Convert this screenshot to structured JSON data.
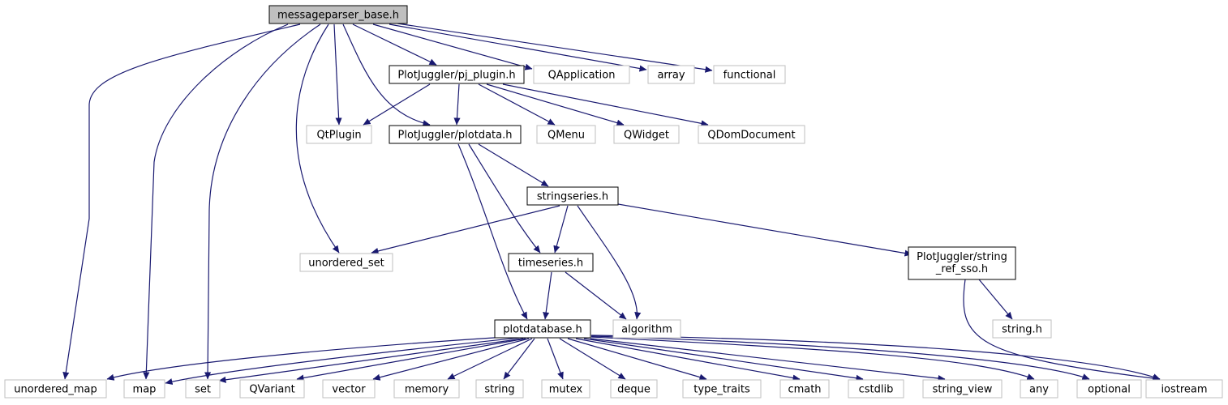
{
  "colors": {
    "edge": "#191970",
    "root_fill": "#bfbfbf",
    "node_border_internal": "#000000",
    "node_border_external": "#bfbfbf",
    "text": "#000000"
  },
  "nodes": [
    {
      "id": "root",
      "label": "messageparser_base.h",
      "kind": "root"
    },
    {
      "id": "pj_plugin",
      "label": "PlotJuggler/pj_plugin.h",
      "kind": "internal"
    },
    {
      "id": "qapplication",
      "label": "QApplication",
      "kind": "external"
    },
    {
      "id": "array",
      "label": "array",
      "kind": "external"
    },
    {
      "id": "functional",
      "label": "functional",
      "kind": "external"
    },
    {
      "id": "qtplugin",
      "label": "QtPlugin",
      "kind": "external"
    },
    {
      "id": "plotdata",
      "label": "PlotJuggler/plotdata.h",
      "kind": "internal"
    },
    {
      "id": "qmenu",
      "label": "QMenu",
      "kind": "external"
    },
    {
      "id": "qwidget",
      "label": "QWidget",
      "kind": "external"
    },
    {
      "id": "qdomdocument",
      "label": "QDomDocument",
      "kind": "external"
    },
    {
      "id": "stringseries",
      "label": "stringseries.h",
      "kind": "internal"
    },
    {
      "id": "unordered_set",
      "label": "unordered_set",
      "kind": "external"
    },
    {
      "id": "timeseries",
      "label": "timeseries.h",
      "kind": "internal"
    },
    {
      "id": "string_ref_sso",
      "label": "PlotJuggler/string\n_ref_sso.h",
      "kind": "internal"
    },
    {
      "id": "plotdatabase",
      "label": "plotdatabase.h",
      "kind": "internal"
    },
    {
      "id": "algorithm",
      "label": "algorithm",
      "kind": "external"
    },
    {
      "id": "string_h",
      "label": "string.h",
      "kind": "external"
    },
    {
      "id": "unordered_map",
      "label": "unordered_map",
      "kind": "external"
    },
    {
      "id": "map",
      "label": "map",
      "kind": "external"
    },
    {
      "id": "set",
      "label": "set",
      "kind": "external"
    },
    {
      "id": "qvariant",
      "label": "QVariant",
      "kind": "external"
    },
    {
      "id": "vector",
      "label": "vector",
      "kind": "external"
    },
    {
      "id": "memory",
      "label": "memory",
      "kind": "external"
    },
    {
      "id": "string",
      "label": "string",
      "kind": "external"
    },
    {
      "id": "mutex",
      "label": "mutex",
      "kind": "external"
    },
    {
      "id": "deque",
      "label": "deque",
      "kind": "external"
    },
    {
      "id": "type_traits",
      "label": "type_traits",
      "kind": "external"
    },
    {
      "id": "cmath",
      "label": "cmath",
      "kind": "external"
    },
    {
      "id": "cstdlib",
      "label": "cstdlib",
      "kind": "external"
    },
    {
      "id": "string_view",
      "label": "string_view",
      "kind": "external"
    },
    {
      "id": "any",
      "label": "any",
      "kind": "external"
    },
    {
      "id": "optional",
      "label": "optional",
      "kind": "external"
    },
    {
      "id": "iostream",
      "label": "iostream",
      "kind": "external"
    }
  ],
  "edges": [
    [
      "root",
      "pj_plugin"
    ],
    [
      "root",
      "qapplication"
    ],
    [
      "root",
      "array"
    ],
    [
      "root",
      "functional"
    ],
    [
      "root",
      "qtplugin"
    ],
    [
      "root",
      "plotdata"
    ],
    [
      "root",
      "unordered_set"
    ],
    [
      "root",
      "unordered_map"
    ],
    [
      "root",
      "map"
    ],
    [
      "root",
      "set"
    ],
    [
      "pj_plugin",
      "qtplugin"
    ],
    [
      "pj_plugin",
      "plotdata"
    ],
    [
      "pj_plugin",
      "qmenu"
    ],
    [
      "pj_plugin",
      "qwidget"
    ],
    [
      "pj_plugin",
      "qdomdocument"
    ],
    [
      "plotdata",
      "stringseries"
    ],
    [
      "plotdata",
      "timeseries"
    ],
    [
      "plotdata",
      "plotdatabase"
    ],
    [
      "stringseries",
      "unordered_set"
    ],
    [
      "stringseries",
      "timeseries"
    ],
    [
      "stringseries",
      "algorithm"
    ],
    [
      "stringseries",
      "string_ref_sso"
    ],
    [
      "timeseries",
      "plotdatabase"
    ],
    [
      "timeseries",
      "algorithm"
    ],
    [
      "string_ref_sso",
      "string_h"
    ],
    [
      "string_ref_sso",
      "iostream"
    ],
    [
      "plotdatabase",
      "unordered_map"
    ],
    [
      "plotdatabase",
      "map"
    ],
    [
      "plotdatabase",
      "set"
    ],
    [
      "plotdatabase",
      "qvariant"
    ],
    [
      "plotdatabase",
      "vector"
    ],
    [
      "plotdatabase",
      "memory"
    ],
    [
      "plotdatabase",
      "string"
    ],
    [
      "plotdatabase",
      "mutex"
    ],
    [
      "plotdatabase",
      "deque"
    ],
    [
      "plotdatabase",
      "type_traits"
    ],
    [
      "plotdatabase",
      "cmath"
    ],
    [
      "plotdatabase",
      "cstdlib"
    ],
    [
      "plotdatabase",
      "string_view"
    ],
    [
      "plotdatabase",
      "any"
    ],
    [
      "plotdatabase",
      "optional"
    ],
    [
      "plotdatabase",
      "iostream"
    ]
  ]
}
